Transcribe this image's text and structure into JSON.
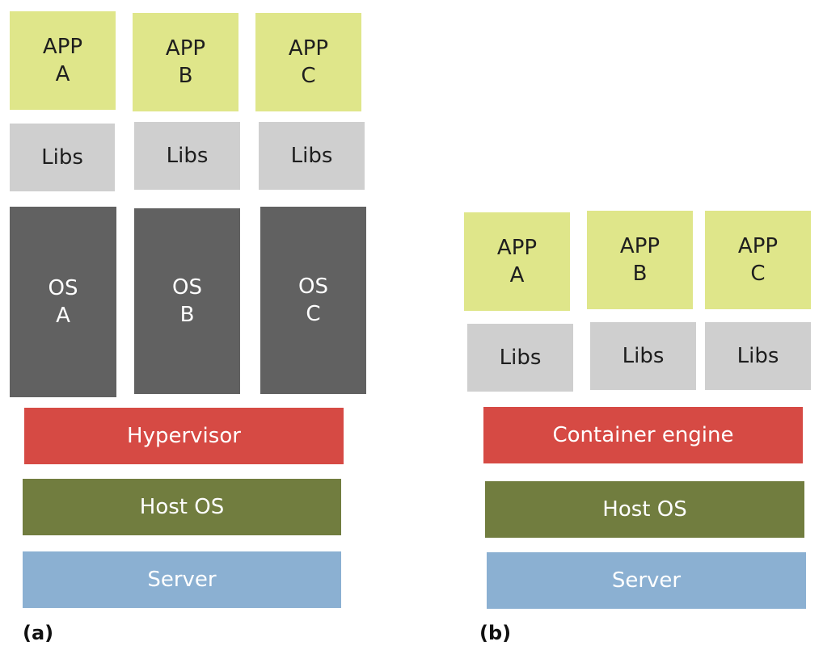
{
  "diagram_a": {
    "caption": "(a)",
    "apps": [
      {
        "line1": "APP",
        "line2": "A"
      },
      {
        "line1": "APP",
        "line2": "B"
      },
      {
        "line1": "APP",
        "line2": "C"
      }
    ],
    "libs": [
      "Libs",
      "Libs",
      "Libs"
    ],
    "os": [
      {
        "line1": "OS",
        "line2": "A"
      },
      {
        "line1": "OS",
        "line2": "B"
      },
      {
        "line1": "OS",
        "line2": "C"
      }
    ],
    "hypervisor": "Hypervisor",
    "host_os": "Host OS",
    "server": "Server"
  },
  "diagram_b": {
    "caption": "(b)",
    "apps": [
      {
        "line1": "APP",
        "line2": "A"
      },
      {
        "line1": "APP",
        "line2": "B"
      },
      {
        "line1": "APP",
        "line2": "C"
      }
    ],
    "libs": [
      "Libs",
      "Libs",
      "Libs"
    ],
    "container_engine": "Container engine",
    "host_os": "Host OS",
    "server": "Server"
  },
  "colors": {
    "app": "#dfe68a",
    "libs": "#cfcfcf",
    "os": "#616161",
    "engine": "#d64a44",
    "host_os": "#717d3f",
    "server": "#8bb0d2"
  }
}
